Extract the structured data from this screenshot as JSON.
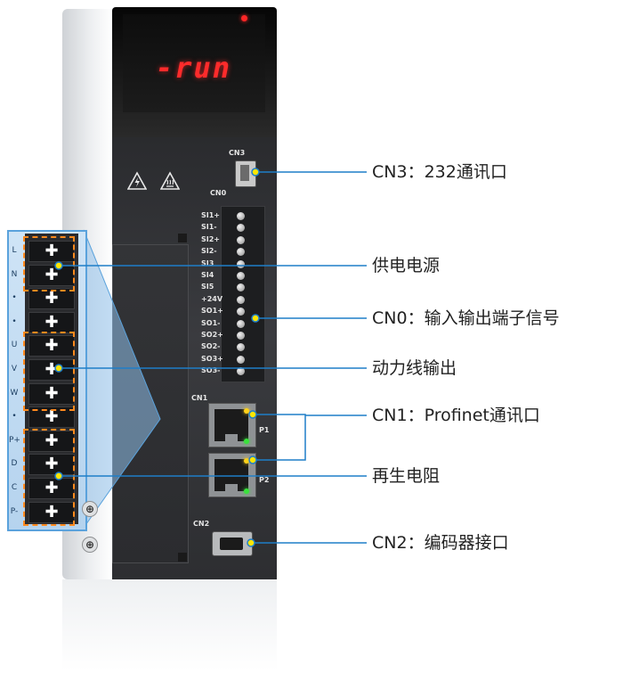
{
  "colors": {
    "callout_line": "#1e7ec8",
    "display": "#ff2b2b",
    "term_highlight": "#ff8a1e"
  },
  "device": {
    "display_text": "-run",
    "cn3_label": "CN3",
    "cn0_label": "CN0",
    "cn1_label": "CN1",
    "cn2_label": "CN2",
    "p1_label": "P1",
    "p2_label": "P2",
    "cn0_pins": [
      "SI1+",
      "SI1-",
      "SI2+",
      "SI2-",
      "SI3",
      "SI4",
      "SI5",
      "+24V",
      "SO1+",
      "SO1-",
      "SO2+",
      "SO2-",
      "SO3+",
      "SO3-"
    ],
    "warning_icons": [
      "electric-shock-warning-icon",
      "hot-surface-warning-icon"
    ]
  },
  "terminal": {
    "pin_symbol": "✚",
    "labels": [
      "L",
      "N",
      "•",
      "•",
      "U",
      "V",
      "W",
      "•",
      "P+",
      "D",
      "C",
      "P-"
    ]
  },
  "callouts": [
    "CN3：232通讯口",
    "供电电源",
    "CN0：输入输出端子信号",
    "动力线输出",
    "CN1：Profinet通讯口",
    "再生电阻",
    "CN2：编码器接口"
  ]
}
